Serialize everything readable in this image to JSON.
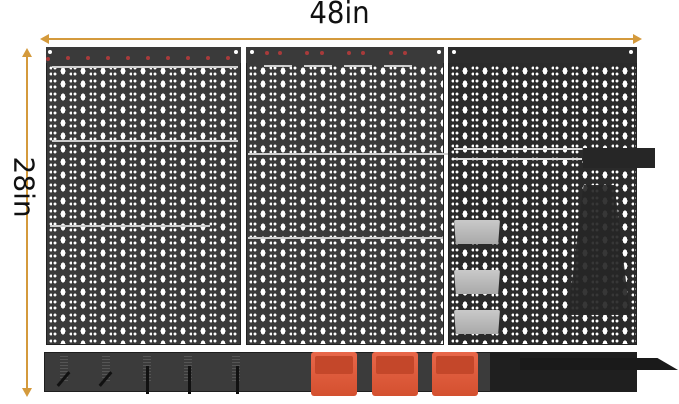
{
  "image": {
    "subject": "Pegboard wall organizer kit with three black perforated panels, hooks, gray bins, orange bins and a bottom rail",
    "dimensions": {
      "width_label": "48in",
      "height_label": "28in"
    },
    "colors": {
      "panel": "#3a3a3a",
      "dimension_line": "#d49a3c",
      "orange_bin": "#e0603f",
      "gray_bin": "#b9b9b9",
      "hook_tip": "#a83a3a",
      "background": "#ffffff"
    },
    "panels": [
      {
        "name": "left-panel",
        "content": "rows of T-hooks with red tips"
      },
      {
        "name": "middle-panel",
        "content": "double hooks and hanging J-hooks"
      },
      {
        "name": "right-panel",
        "content": "hook rail, shelf, tool holder, three gray bins"
      }
    ],
    "bottom_rail": {
      "orange_bins": 3,
      "hooks": 5
    }
  }
}
